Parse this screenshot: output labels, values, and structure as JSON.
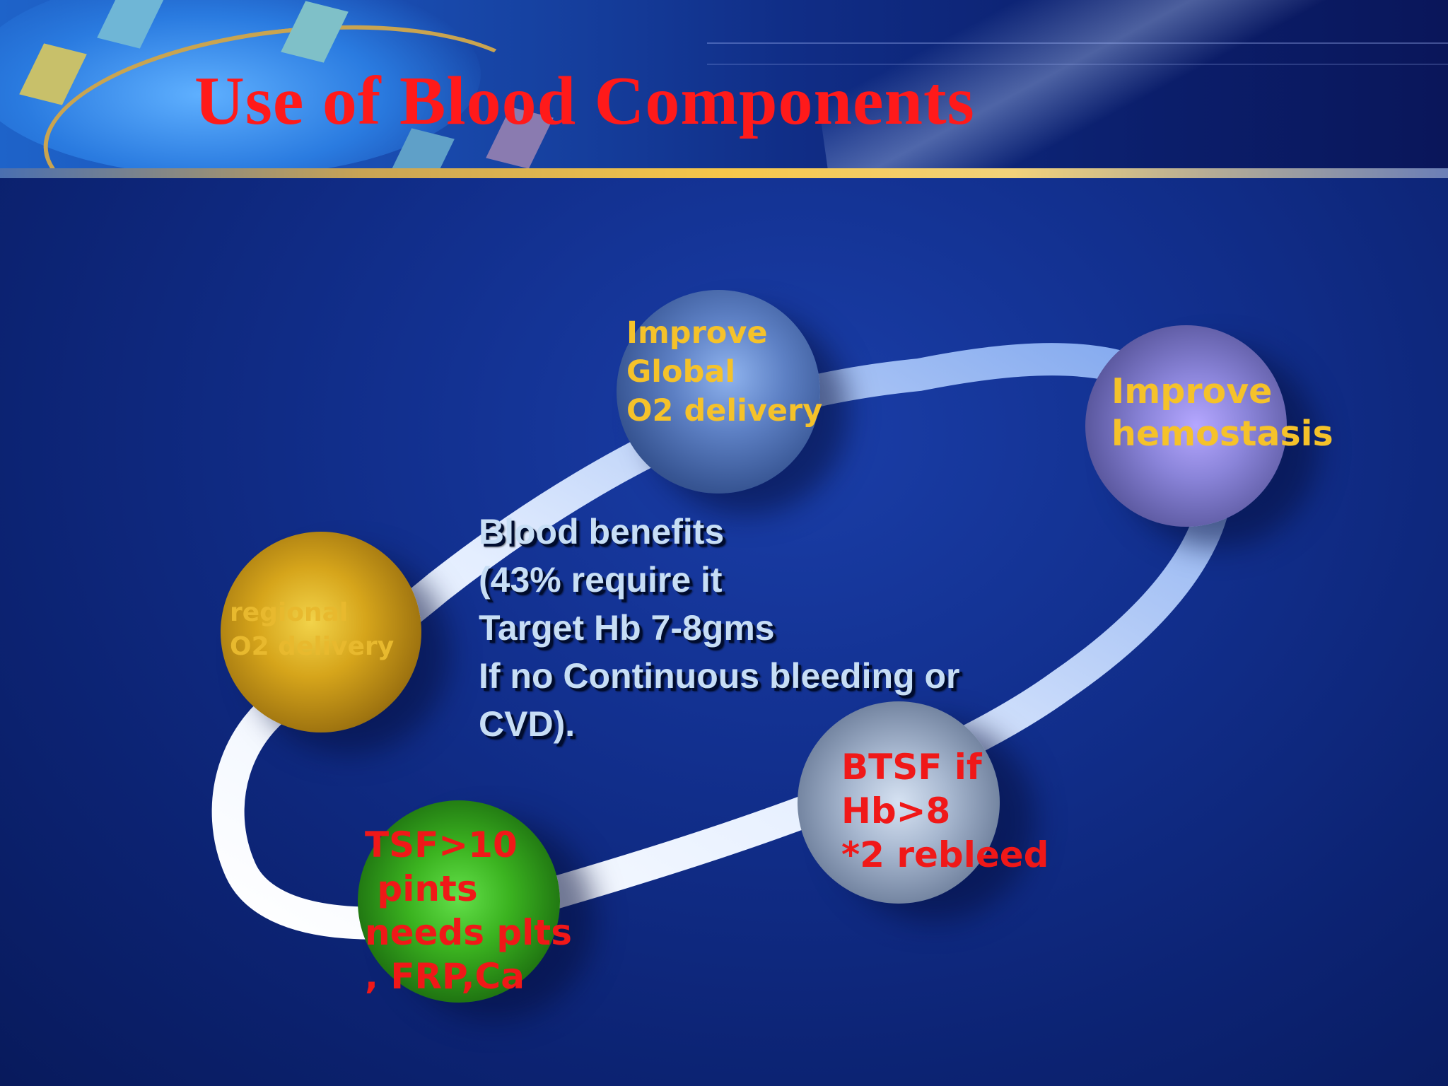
{
  "slide": {
    "title": "Use of Blood Components"
  },
  "diagram": {
    "center_text": "Blood benefits\n(43% require it\nTarget Hb 7-8gms\nIf no Continuous bleeding or\nCVD).",
    "nodes": {
      "global": {
        "label": "Improve\nGlobal\nO2 delivery",
        "color": "#5d80c4",
        "text_color": "#f5c22a"
      },
      "hemostasis": {
        "label": "Improve\nhemostasis",
        "color": "#8a84d9",
        "text_color": "#f5c22a"
      },
      "regional": {
        "label": "regional\nO2 delivery",
        "color": "#d6a51b",
        "text_color": "#e8b92e"
      },
      "btsf": {
        "label": "BTSF if\nHb>8\n*2 rebleed",
        "color": "#a8b8d0",
        "text_color": "#f01818"
      },
      "tsf": {
        "label": "TSF>10\n pints\nneeds plts\n, FRP,Ca",
        "color": "#3bb320",
        "text_color": "#f01818"
      }
    },
    "ring_color": "#dce9ff"
  },
  "colors": {
    "title": "#ff1a1a",
    "background": "#12308f",
    "accent_bar": "#f6c74a"
  }
}
